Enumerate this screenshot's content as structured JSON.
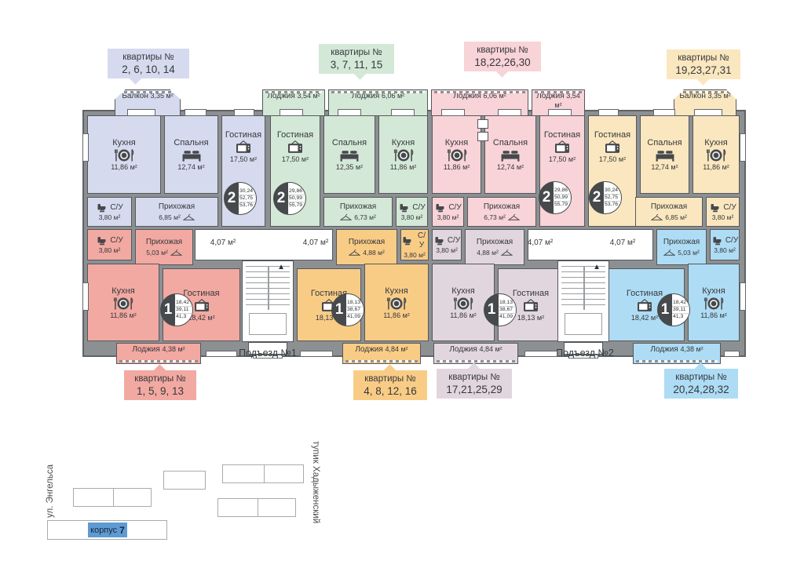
{
  "apartments": [
    {
      "id": "lav",
      "tag": {
        "title": "квартиры №",
        "numbers": "2, 6, 10, 14"
      },
      "badge": {
        "rooms": "2",
        "areas": [
          "30,24",
          "52,75",
          "53,76"
        ]
      },
      "rooms": {
        "balcony": {
          "label": "Балкон",
          "area": "3,35 м²"
        },
        "kitchen": {
          "label": "Кухня",
          "area": "11,86 м²"
        },
        "bedroom": {
          "label": "Спальня",
          "area": "12,74 м²"
        },
        "living": {
          "label": "Гостиная",
          "area": "17,50 м²"
        },
        "su": {
          "label": "С/У",
          "area": "3,80 м²"
        },
        "hall": {
          "label": "Прихожая",
          "area": "6,85 м²"
        }
      }
    },
    {
      "id": "grn",
      "tag": {
        "title": "квартиры №",
        "numbers": "3, 7, 11, 15"
      },
      "badge": {
        "rooms": "2",
        "areas": [
          "29,86",
          "50,99",
          "55,79"
        ]
      },
      "rooms": {
        "loggia1": {
          "label": "Лоджия",
          "area": "3,54 м²"
        },
        "loggia2": {
          "label": "Лоджия",
          "area": "6,06 м²"
        },
        "living": {
          "label": "Гостиная",
          "area": "17,50 м²"
        },
        "bedroom": {
          "label": "Спальня",
          "area": "12,35 м²"
        },
        "kitchen": {
          "label": "Кухня",
          "area": "11,86 м²"
        },
        "hall": {
          "label": "Прихожая",
          "area": "6,73 м²"
        },
        "su": {
          "label": "С/У",
          "area": "3,80 м²"
        }
      }
    },
    {
      "id": "pnk",
      "tag": {
        "title": "квартиры №",
        "numbers": "18,22,26,30"
      },
      "badge": {
        "rooms": "2",
        "areas": [
          "29,86",
          "50,99",
          "55,79"
        ]
      },
      "rooms": {
        "loggia2": {
          "label": "Лоджия",
          "area": "6,06 м²"
        },
        "loggia1": {
          "label": "Лоджия",
          "area": "3,54 м²"
        },
        "kitchen": {
          "label": "Кухня",
          "area": "11,86 м²"
        },
        "bedroom": {
          "label": "Спальня",
          "area": "12,74 м²"
        },
        "living": {
          "label": "Гостиная",
          "area": "17,50 м²"
        },
        "su": {
          "label": "С/У",
          "area": "3,80 м²"
        },
        "hall": {
          "label": "Прихожая",
          "area": "6,73 м²"
        }
      }
    },
    {
      "id": "orn",
      "tag": {
        "title": "квартиры №",
        "numbers": "19,23,27,31"
      },
      "badge": {
        "rooms": "2",
        "areas": [
          "30,24",
          "52,75",
          "53,76"
        ]
      },
      "rooms": {
        "balcony": {
          "label": "Балкон",
          "area": "3,35 м²"
        },
        "living": {
          "label": "Гостиная",
          "area": "17,50 м²"
        },
        "bedroom": {
          "label": "Спальня",
          "area": "12,74 м²"
        },
        "kitchen": {
          "label": "Кухня",
          "area": "11,86 м²"
        },
        "hall": {
          "label": "Прихожая",
          "area": "6,85 м²"
        },
        "su": {
          "label": "С/У",
          "area": "3,80 м²"
        }
      }
    },
    {
      "id": "red",
      "tag": {
        "title": "квартиры №",
        "numbers": "1, 5, 9, 13"
      },
      "badge": {
        "rooms": "1",
        "areas": [
          "18,42",
          "39,11",
          "41,3"
        ]
      },
      "rooms": {
        "su": {
          "label": "С/У",
          "area": "3,80 м²"
        },
        "hall": {
          "label": "Прихожая",
          "area": "5,03 м²"
        },
        "kitchen": {
          "label": "Кухня",
          "area": "11,86 м²"
        },
        "living": {
          "label": "Гостиная",
          "area": "18,42 м²"
        },
        "loggia": {
          "label": "Лоджия",
          "area": "4,38 м²"
        }
      }
    },
    {
      "id": "orb",
      "tag": {
        "title": "квартиры №",
        "numbers": "4, 8, 12, 16"
      },
      "badge": {
        "rooms": "1",
        "areas": [
          "18,13",
          "38,67",
          "41,09"
        ]
      },
      "rooms": {
        "hall": {
          "label": "Прихожая",
          "area": "4,88 м²"
        },
        "su": {
          "label": "С/У",
          "area": "3,80 м²"
        },
        "living": {
          "label": "Гостиная",
          "area": "18,13 м²"
        },
        "kitchen": {
          "label": "Кухня",
          "area": "11,86 м²"
        },
        "loggia": {
          "label": "Лоджия",
          "area": "4,84 м²"
        }
      }
    },
    {
      "id": "mve",
      "tag": {
        "title": "квартиры №",
        "numbers": "17,21,25,29"
      },
      "badge": {
        "rooms": "1",
        "areas": [
          "18,13",
          "38,67",
          "41,09"
        ]
      },
      "rooms": {
        "su": {
          "label": "С/У",
          "area": "3,80 м²"
        },
        "hall": {
          "label": "Прихожая",
          "area": "4,88 м²"
        },
        "kitchen": {
          "label": "Кухня",
          "area": "11,86 м²"
        },
        "living": {
          "label": "Гостиная",
          "area": "18,13 м²"
        },
        "loggia": {
          "label": "Лоджия",
          "area": "4,84 м²"
        }
      }
    },
    {
      "id": "blu",
      "tag": {
        "title": "квартиры №",
        "numbers": "20,24,28,32"
      },
      "badge": {
        "rooms": "1",
        "areas": [
          "18,42",
          "39,11",
          "41,3"
        ]
      },
      "rooms": {
        "hall": {
          "label": "Прихожая",
          "area": "5,03 м²"
        },
        "su": {
          "label": "С/У",
          "area": "3,80 м²"
        },
        "living": {
          "label": "Гостиная",
          "area": "18,42 м²"
        },
        "kitchen": {
          "label": "Кухня",
          "area": "11,86 м²"
        },
        "loggia": {
          "label": "Лоджия",
          "area": "4,38 м²"
        }
      }
    }
  ],
  "corridor": {
    "area": "4,07 м²"
  },
  "entrances": [
    {
      "label": "Подъезд №1"
    },
    {
      "label": "Подъезд №2"
    }
  ],
  "site": {
    "street_left": "ул. Энгельса",
    "street_right": "тупик Хадыженский",
    "korpus_word": "корпус",
    "korpus_num": "7"
  },
  "colors": {
    "lav": "#d6daee",
    "grn": "#d4e8d7",
    "pnk": "#f8d3d8",
    "orn": "#fbe7bf",
    "red": "#f2a9a2",
    "orb": "#f9cc86",
    "mve": "#e2d6de",
    "blu": "#aedcf4",
    "wall": "#8d9092",
    "highlight": "#5e9bd3"
  }
}
